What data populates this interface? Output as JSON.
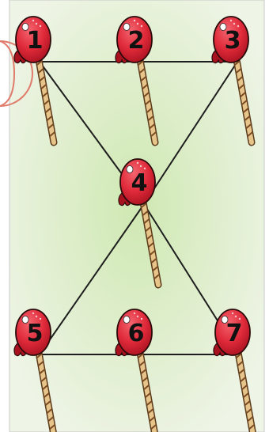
{
  "colors": {
    "panel_center": "#d6ecbe",
    "panel_edge": "#eef4e6",
    "panel_border": "#c9c9c9",
    "line": "#1e1e1e",
    "candy": "#e02a3a",
    "candy_dark": "#a8121f",
    "candy_outline": "#2a0a0a",
    "stick": "#e6c48a",
    "stick_stripe": "#8a5a2b",
    "selection_ring": "#e07a6a"
  },
  "board": {
    "lollipops": [
      {
        "id": 1,
        "label": "1"
      },
      {
        "id": 2,
        "label": "2"
      },
      {
        "id": 3,
        "label": "3"
      },
      {
        "id": 4,
        "label": "4"
      },
      {
        "id": 5,
        "label": "5"
      },
      {
        "id": 6,
        "label": "6"
      },
      {
        "id": 7,
        "label": "7"
      }
    ],
    "lines": [
      {
        "from": 1,
        "to": 2
      },
      {
        "from": 2,
        "to": 3
      },
      {
        "from": 1,
        "to": 4
      },
      {
        "from": 3,
        "to": 4
      },
      {
        "from": 4,
        "to": 5
      },
      {
        "from": 4,
        "to": 7
      },
      {
        "from": 5,
        "to": 6
      },
      {
        "from": 6,
        "to": 7
      }
    ]
  }
}
